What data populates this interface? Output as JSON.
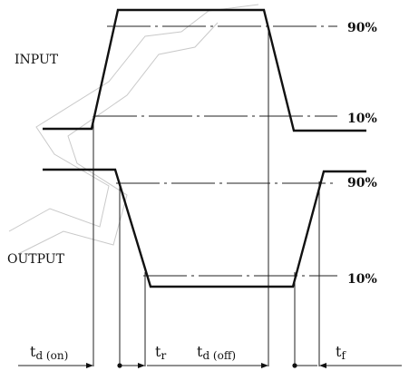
{
  "labels": {
    "input": "INPUT",
    "output": "OUTPUT",
    "pct_90": "90%",
    "pct_10": "10%"
  },
  "timing": {
    "td_on": {
      "symbol": "t",
      "sub": "d (on)"
    },
    "tr": {
      "symbol": "t",
      "sub": "r"
    },
    "td_off": {
      "symbol": "t",
      "sub": "d (off)"
    },
    "tf": {
      "symbol": "t",
      "sub": "f"
    }
  },
  "colors": {
    "ink": "#111111",
    "watermark": "#c9c9c9"
  }
}
